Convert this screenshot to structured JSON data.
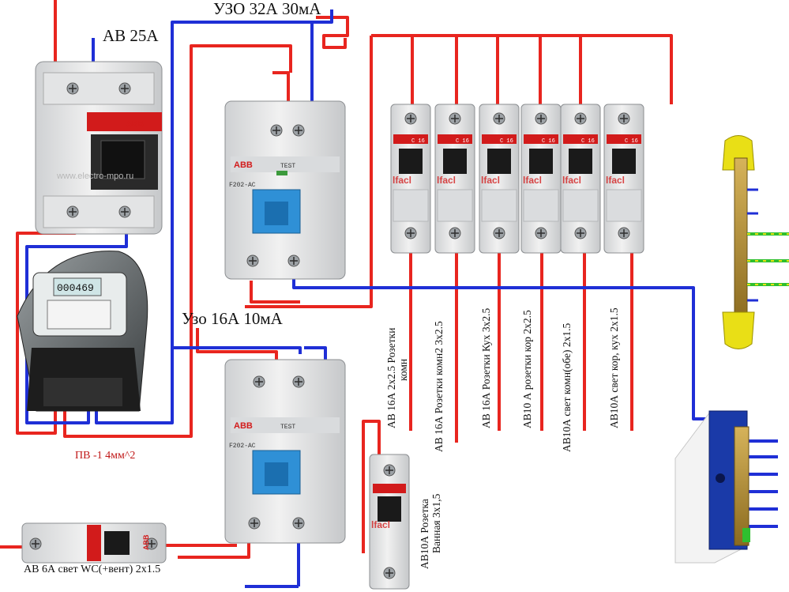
{
  "labels": {
    "main_breaker": "АВ 25А",
    "rcd_main": "УЗО 32А 30мА",
    "rcd_second": "Узо 16А 10мА",
    "wire_note": "ПВ -1 4мм^2",
    "light_wc": "АВ 6А свет WC(+вент) 2х1.5",
    "bath_socket_line1": "АВ10А Розетка",
    "bath_socket_line2": "Ванная 3х1,5",
    "watermark": "www.electro-mpo.ru"
  },
  "breakers": [
    {
      "line1": "АВ 16А 2х2.5 Розетки",
      "line2": "комн"
    },
    {
      "line1": "АВ 16А Розетки комн2 3х2.5",
      "line2": ""
    },
    {
      "line1": "АВ 16А Розетки Кух 3х2.5",
      "line2": ""
    },
    {
      "line1": "АВ10 А розетки кор 2х2.5",
      "line2": ""
    },
    {
      "line1": "АВ10А свет комн(обе) 2х1.5",
      "line2": ""
    },
    {
      "line1": "АВ10А свет кор, кух 2х1.5",
      "line2": ""
    }
  ],
  "device_marks": {
    "brand": "ABB",
    "rcd_model": "F202-AC",
    "test_label": "TEST",
    "breaker_rating": "C 16",
    "meter_reading": "000469",
    "breaker_overlay": "lfacl"
  },
  "colors": {
    "phase": "#e8251f",
    "neutral": "#1f2fd6",
    "ground": "#2fbf2f",
    "ground_stripe": "#e9e216",
    "abb_red": "#d21b1b"
  }
}
